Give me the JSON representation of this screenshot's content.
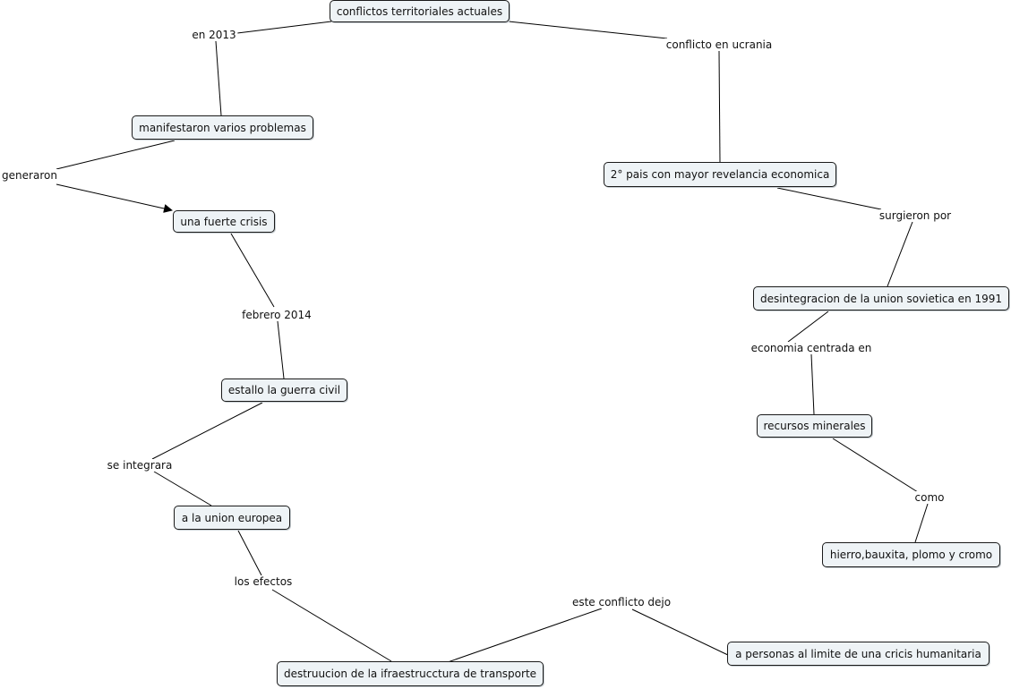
{
  "diagram": {
    "concepts": {
      "conflictos": "conflictos territoriales actuales",
      "manifestaron": "manifestaron varios problemas",
      "crisis": "una fuerte crisis",
      "guerra": "estallo la guerra civil",
      "union_europea": "a la union europea",
      "destruccion": "destruucion de la ifraestrucctura de transporte",
      "humanitaria": "a personas al limite de una cricis humanitaria",
      "segundo_pais": "2° pais con mayor revelancia economica",
      "desintegracion": "desintegracion de la union sovietica en 1991",
      "recursos": "recursos minerales",
      "minerales": "hierro,bauxita, plomo y cromo"
    },
    "linking_phrases": {
      "en_2013": "en 2013",
      "generaron": "generaron",
      "febrero_2014": "febrero 2014",
      "se_integrara": "se integrara",
      "los_efectos": "los efectos",
      "este_conflicto": "este conflicto dejo",
      "conflicto_ucrania": "conflicto en ucrania",
      "surgieron_por": "surgieron por",
      "economia_centrada": "economia centrada en",
      "como": "como"
    },
    "colors": {
      "node_fill": "#eef3f6",
      "node_border": "#1a1a1a",
      "line": "#000000"
    }
  }
}
